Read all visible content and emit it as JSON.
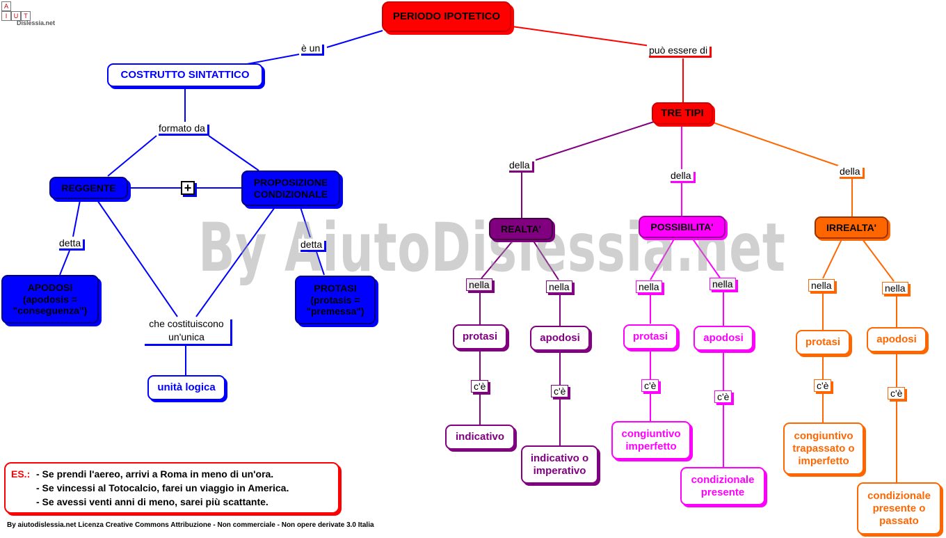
{
  "logo": {
    "text": "Dislessia.net",
    "letters": [
      "A",
      "I",
      "U",
      "T"
    ]
  },
  "watermark": "By AiutoDislessia.net",
  "colors": {
    "blue": "#0000ff",
    "red": "#ff0000",
    "purple": "#800080",
    "magenta": "#ff00ff",
    "orange": "#ff6600"
  },
  "nodes": {
    "periodo": "PERIODO IPOTETICO",
    "costrutto": "COSTRUTTO SINTATTICO",
    "tre_tipi": "TRE TIPI",
    "reggente": "REGGENTE",
    "proposizione": "PROPOSIZIONE CONDIZIONALE",
    "apodosi_main": "APODOSI (apodosis = \"conseguenza\")",
    "protasi_main": "PROTASI (protasis = \"premessa\")",
    "unita": "unità logica",
    "realta": "REALTA'",
    "possibilita": "POSSIBILITA'",
    "irrealta": "IRREALTA'",
    "r_protasi": "protasi",
    "r_apodosi": "apodosi",
    "p_protasi": "protasi",
    "p_apodosi": "apodosi",
    "i_protasi": "protasi",
    "i_apodosi": "apodosi",
    "r_ind": "indicativo",
    "r_indimp": "indicativo o imperativo",
    "p_cong": "congiuntivo imperfetto",
    "p_cond": "condizionale presente",
    "i_cong": "congiuntivo trapassato o imperfetto",
    "i_cond": "condizionale presente o passato"
  },
  "labels": {
    "e_un": "è un",
    "puo_essere_di": "può essere di",
    "formato_da": "formato da",
    "plus": "+",
    "detta_1": "detta",
    "detta_2": "detta",
    "che_cost": "che costituiscono un'unica",
    "della_1": "della",
    "della_2": "della",
    "della_3": "della",
    "nella_1": "nella",
    "nella_2": "nella",
    "nella_3": "nella",
    "nella_4": "nella",
    "nella_5": "nella",
    "nella_6": "nella",
    "ce_1": "c'è",
    "ce_2": "c'è",
    "ce_3": "c'è",
    "ce_4": "c'è",
    "ce_5": "c'è",
    "ce_6": "c'è"
  },
  "examples": {
    "title": "ES.:",
    "lines": [
      "- Se prendi l'aereo, arrivi a Roma in meno di un'ora.",
      "- Se vincessi al Totocalcio, farei un viaggio  in America.",
      "- Se avessi venti anni di meno, sarei più scattante."
    ]
  },
  "license": "By aiutodislessia.net Licenza Creative Commons Attribuzione - Non commerciale - Non opere derivate 3.0 Italia"
}
